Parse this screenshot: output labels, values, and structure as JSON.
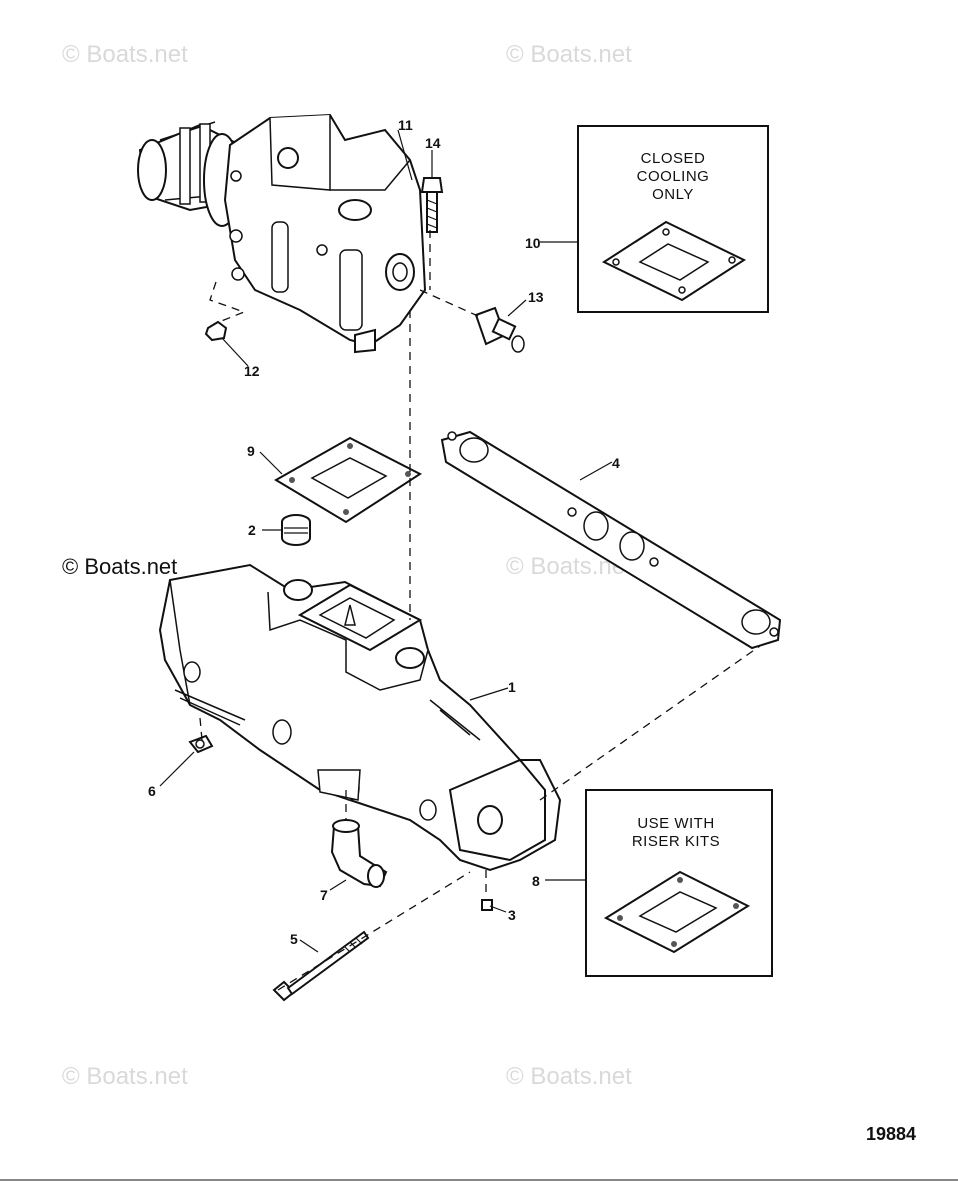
{
  "watermarks": [
    {
      "id": "wm-top-left",
      "text": "© Boats.net"
    },
    {
      "id": "wm-top-center",
      "text": "© Boats.net"
    },
    {
      "id": "wm-mid-left",
      "text": "© Boats.net"
    },
    {
      "id": "wm-mid-center",
      "text": "© Boats.net"
    },
    {
      "id": "wm-bottom-left",
      "text": "© Boats.net"
    },
    {
      "id": "wm-bottom-center",
      "text": "© Boats.net"
    }
  ],
  "callouts": {
    "c1": "1",
    "c2": "2",
    "c3": "3",
    "c4": "4",
    "c5": "5",
    "c6": "6",
    "c7": "7",
    "c8": "8",
    "c9": "9",
    "c10": "10",
    "c11": "11",
    "c12": "12",
    "c13": "13",
    "c14": "14"
  },
  "boxes": {
    "closed_cooling": {
      "line1": "CLOSED",
      "line2": "COOLING",
      "line3": "ONLY"
    },
    "riser_kits": {
      "line1": "USE WITH",
      "line2": "RISER KITS"
    }
  },
  "diagram_number": "19884"
}
